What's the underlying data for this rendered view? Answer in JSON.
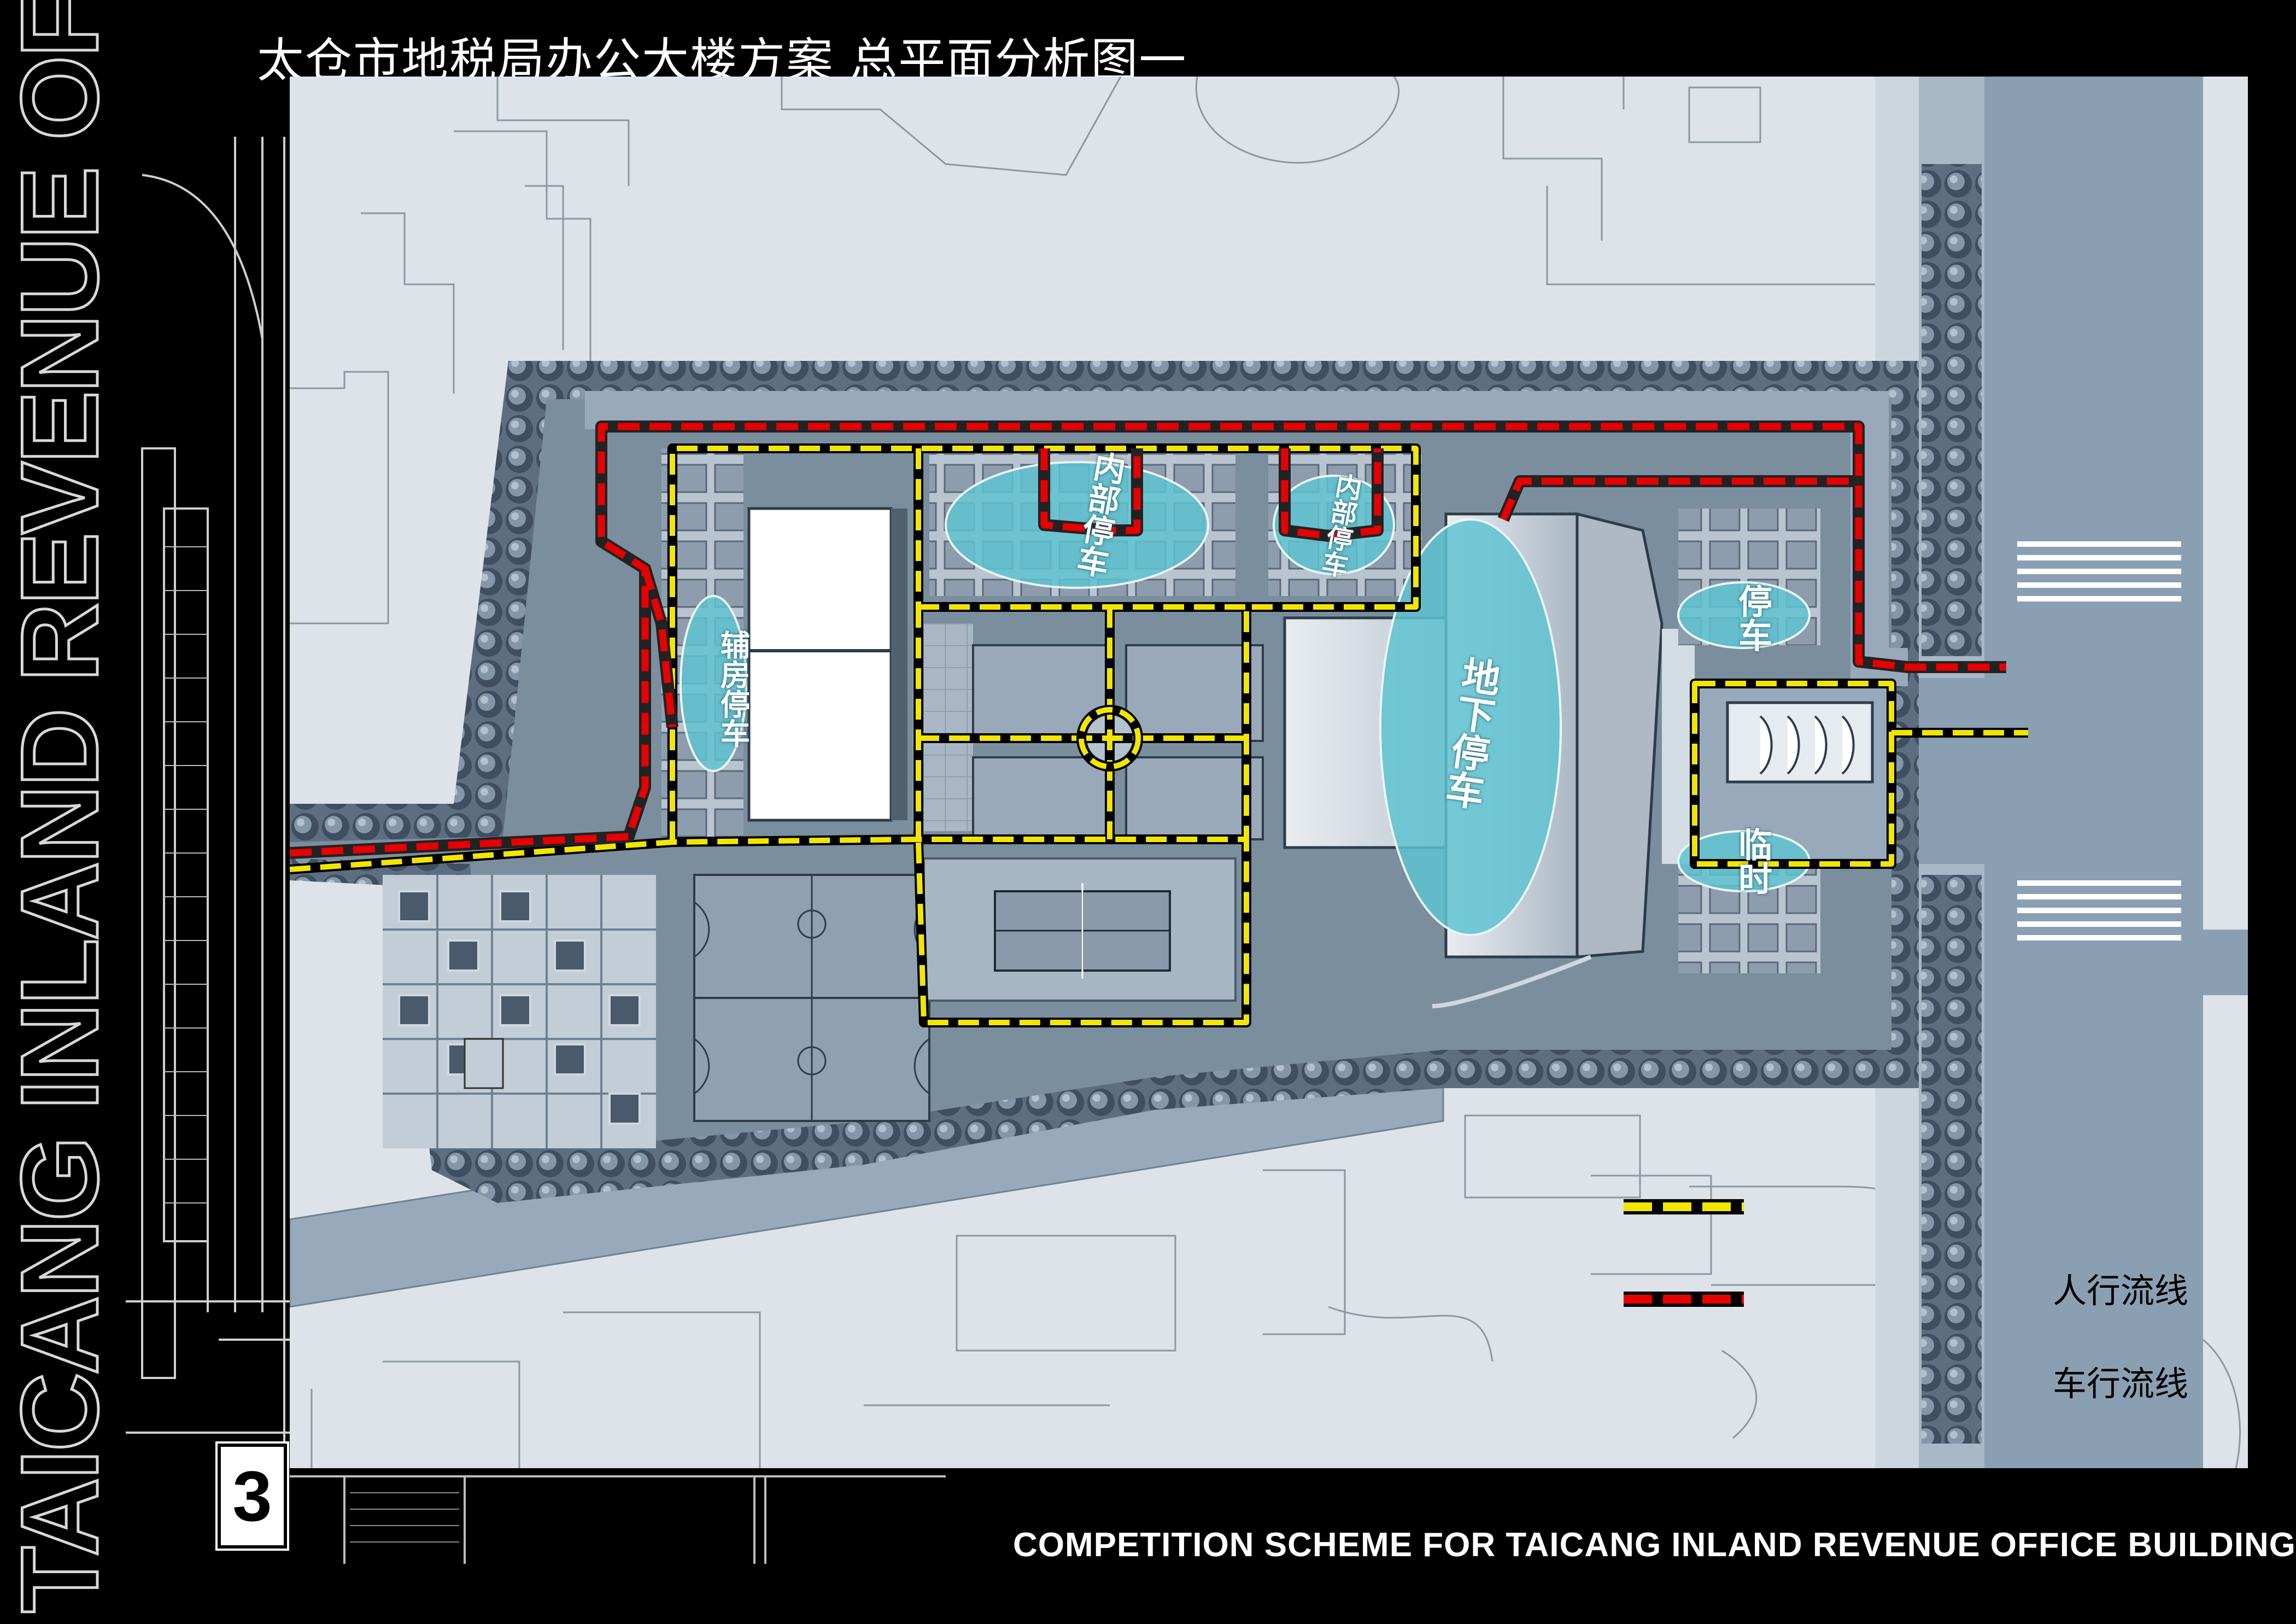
{
  "header": {
    "title_cn": "太仓市地税局办公大楼方案  总平面分析图一",
    "vertical_title": "TAICANG INLAND REVENUE OFFICE BUILDING"
  },
  "footer": {
    "page_number": "3",
    "subtitle_en": "COMPETITION SCHEME FOR TAICANG INLAND REVENUE  OFFICE BUILDING"
  },
  "legend": {
    "pedestrian": "人行流线",
    "vehicle": "车行流线"
  },
  "zones": {
    "auxiliary_parking": "辅房停车",
    "internal_parking_1": "内部停车",
    "internal_parking_2": "内部停车",
    "underground_parking": "地下停车",
    "parking": "停车",
    "temporary": "临时"
  },
  "colors": {
    "pedestrian_line": "#f2e600",
    "vehicle_line": "#e80000",
    "zone_fill": "#5fc3d0",
    "site_fill": "#7b8e9e",
    "road_fill": "#97a9ba",
    "background": "#000000",
    "base_map": "#dde3e9"
  }
}
